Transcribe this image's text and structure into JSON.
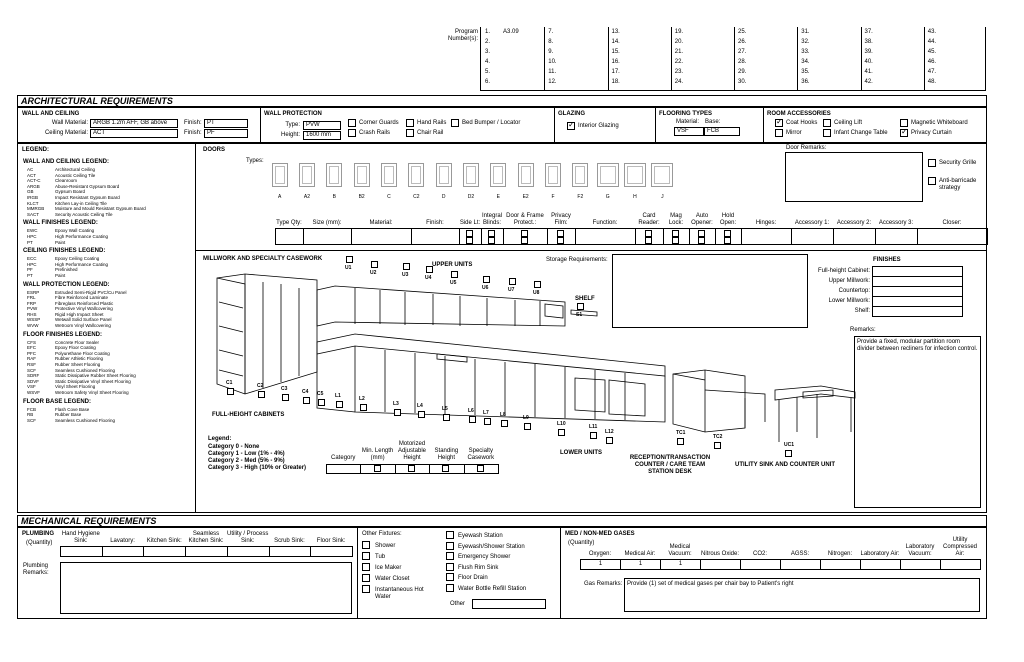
{
  "program": {
    "label": "Program Number(s):",
    "columns": [
      [
        "1.",
        "2.",
        "3.",
        "4.",
        "5.",
        "6."
      ],
      [
        "7.",
        "8.",
        "9.",
        "10.",
        "11.",
        "12."
      ],
      [
        "13.",
        "14.",
        "15.",
        "16.",
        "17.",
        "18."
      ],
      [
        "19.",
        "20.",
        "21.",
        "22.",
        "23.",
        "24."
      ],
      [
        "25.",
        "26.",
        "27.",
        "28.",
        "29.",
        "30."
      ],
      [
        "31.",
        "32.",
        "33.",
        "34.",
        "35.",
        "36."
      ],
      [
        "37.",
        "38.",
        "39.",
        "40.",
        "41.",
        "42."
      ],
      [
        "43.",
        "44.",
        "45.",
        "46.",
        "47.",
        "48."
      ]
    ],
    "first_value": "A3.09"
  },
  "arch": {
    "header": "ARCHITECTURAL REQUIREMENTS",
    "wall_ceiling": {
      "title": "WALL AND CEILING",
      "wall_label": "Wall Material:",
      "wall_value": "ARGB 1.2m AFF, GB above",
      "ceiling_label": "Ceiling Material:",
      "ceiling_value": "ACT",
      "finish_label": "Finish:",
      "wall_finish": "PT",
      "ceiling_finish": "PF"
    },
    "wall_protection": {
      "title": "WALL PROTECTION",
      "type_label": "Type:",
      "type_value": "PVW",
      "height_label": "Height:",
      "height_value": "1600 mm",
      "options": [
        "Corner Guards",
        "Crash Rails",
        "Hand Rails",
        "Chair Rail",
        "Bed Bumper / Locator"
      ]
    },
    "glazing": {
      "title": "GLAZING",
      "option": "Interior Glazing"
    },
    "flooring": {
      "title": "FLOORING TYPES",
      "material_label": "Material:",
      "base_label": "Base:",
      "material_value": "VSF",
      "base_value": "FCB"
    },
    "room_accessories": {
      "title": "ROOM ACCESSORIES",
      "options": [
        "Coat Hooks",
        "Mirror",
        "Ceiling Lift",
        "Infant Change Table",
        "Magnetic Whiteboard",
        "Privacy Curtain"
      ]
    }
  },
  "legend": {
    "title": "LEGEND:",
    "groups": [
      {
        "title": "WALL AND CEILING LEGEND:",
        "rows": [
          [
            "AC",
            "Architectural Ceiling"
          ],
          [
            "ACT",
            "Acoustic Ceiling Tile"
          ],
          [
            "ACT-C",
            "Cleanroom"
          ],
          [
            "ARGB",
            "Abuse-Resistant Gypsum Board"
          ],
          [
            "GB",
            "Gypsum Board"
          ],
          [
            "IRGB",
            "Impact Resistant Gypsum Board"
          ],
          [
            "KLCT",
            "Kitchen Lay-in Ceiling Tile"
          ],
          [
            "MMRGB",
            "Moisture and Mould Resistant Gypsum Board"
          ],
          [
            "SACT",
            "Security Acoustic Ceiling Tile"
          ]
        ]
      },
      {
        "title": "WALL FINISHES LEGEND:",
        "rows": [
          [
            "EWC",
            "Epoxy Wall Coating"
          ],
          [
            "HPC",
            "High Performance Coating"
          ],
          [
            "PT",
            "Paint"
          ]
        ]
      },
      {
        "title": "CEILING FINISHES LEGEND:",
        "rows": [
          [
            "ECC",
            "Epoxy Ceiling Coating"
          ],
          [
            "HPC",
            "High Performance Coating"
          ],
          [
            "PF",
            "Prefinished"
          ],
          [
            "PT",
            "Paint"
          ]
        ]
      },
      {
        "title": "WALL PROTECTION LEGEND:",
        "rows": [
          [
            "ESRP",
            "Extruded Semi-Rigid PVC/Cu Panel"
          ],
          [
            "FRL",
            "Fibre Reinforced Laminate"
          ],
          [
            "FRP",
            "Fibreglass Reinforced Plastic"
          ],
          [
            "PVW",
            "Protective Vinyl Wallcovering"
          ],
          [
            "RHS",
            "Rigid High Impact Sheet"
          ],
          [
            "WSSP",
            "Wetwall Solid Surface Panel"
          ],
          [
            "WVW",
            "Wetroom Vinyl Wallcovering"
          ]
        ]
      },
      {
        "title": "FLOOR FINISHES LEGEND:",
        "rows": [
          [
            "CFS",
            "Concrete Floor Sealer"
          ],
          [
            "EFC",
            "Epoxy Floor Coating"
          ],
          [
            "PFC",
            "Polyurethane Floor Coating"
          ],
          [
            "RAF",
            "Rubber Athletic Flooring"
          ],
          [
            "RSF",
            "Rubber Sheet Flooring"
          ],
          [
            "SCF",
            "Seamless Cushioned Flooring"
          ],
          [
            "SDRF",
            "Static Dissipative Rubber Sheet Flooring"
          ],
          [
            "SDVF",
            "Static Dissipative Vinyl Sheet Flooring"
          ],
          [
            "VSF",
            "Vinyl Sheet Flooring"
          ],
          [
            "WSVF",
            "Wetroom Safety Vinyl Sheet Flooring"
          ]
        ]
      },
      {
        "title": "FLOOR BASE LEGEND:",
        "rows": [
          [
            "FCB",
            "Flash Cove Base"
          ],
          [
            "RB",
            "Rubber Base"
          ],
          [
            "SCF",
            "Seamless Cushioned Flooring"
          ]
        ]
      }
    ]
  },
  "doors": {
    "title": "DOORS",
    "types_label": "Types:",
    "types": [
      "A",
      "A2",
      "B",
      "B2",
      "C",
      "C2",
      "D",
      "D2",
      "E",
      "E2",
      "F",
      "F2",
      "G",
      "H",
      "J"
    ],
    "remarks_label": "Door Remarks:",
    "options": [
      "Security Grille",
      "Anti-barricade strategy"
    ],
    "columns": [
      "Type Qty:",
      "Size (mm):",
      "Material:",
      "Finish:",
      "Side Lt:",
      "Integral Blinds:",
      "Door & Frame Protect.:",
      "Privacy Film:",
      "Function:",
      "Card Reader:",
      "Mag Lock:",
      "Auto Opener:",
      "Hold Open:",
      "Hinges:",
      "Accessory 1:",
      "Accessory 2:",
      "Accessory 3:",
      "Closer:"
    ]
  },
  "millwork": {
    "title": "MILLWORK AND SPECIALTY CASEWORK",
    "storage_label": "Storage Requirements:",
    "upper_units": "UPPER UNITS",
    "upper_codes": [
      "U1",
      "U2",
      "U3",
      "U4",
      "U5",
      "U6",
      "U7",
      "U8"
    ],
    "shelf": "SHELF",
    "shelf_code": "S1",
    "full_height_codes": [
      "C1",
      "C2",
      "C3",
      "C4",
      "C5"
    ],
    "full_height_label": "FULL-HEIGHT CABINETS",
    "lower_codes": [
      "L1",
      "L2",
      "L3",
      "L4",
      "L5",
      "L6",
      "L7",
      "L8",
      "L9",
      "L10",
      "L11",
      "L12"
    ],
    "lower_label": "LOWER UNITS",
    "tc_codes": [
      "TC1",
      "TC2"
    ],
    "reception_label": "RECEPTION/TRANSACTION COUNTER / CARE TEAM STATION DESK",
    "uc_code": "UC1",
    "sink_label": "UTILITY SINK AND COUNTER UNIT",
    "legend_title": "Legend:",
    "legend_rows": [
      "Category 0 - None",
      "Category 1 - Low (1% - 4%)",
      "Category 2 - Med (5% - 9%)",
      "Category 3 - High (10% or Greater)"
    ],
    "table_cols": [
      "Category",
      "Min. Length (mm)",
      "Motorized Adjustable Height",
      "Standing Height",
      "Specialty Casework"
    ]
  },
  "finishes": {
    "title": "FINISHES",
    "rows": [
      "Full-height Cabinet:",
      "Upper Millwork:",
      "Countertop:",
      "Lower Millwork:",
      "Shelf:"
    ],
    "remarks_label": "Remarks:",
    "remarks_text": "Provide a fixed, modular partition room divider between recliners for infection control."
  },
  "mech": {
    "header": "MECHANICAL REQUIREMENTS",
    "plumbing": "PLUMBING",
    "quantity": "(Quantity)",
    "plumbing_cols": [
      "Hand Hygiene Sink:",
      "Lavatory:",
      "Kitchen Sink:",
      "Seamless Kitchen Sink:",
      "Utility / Process Sink:",
      "Scrub Sink:",
      "Floor Sink:"
    ],
    "plumbing_remarks": "Plumbing Remarks:",
    "other_title": "Other Fixtures:",
    "other_left": [
      "Shower",
      "Tub",
      "Ice Maker",
      "Water Closet",
      "Instantaneous Hot Water"
    ],
    "other_right": [
      "Eyewash Station",
      "Eyewash/Shower Station",
      "Emergency Shower",
      "Flush Rim Sink",
      "Floor Drain",
      "Water Bottle Refill Station"
    ],
    "other_label": "Other",
    "gases_title": "MED / NON-MED GASES",
    "gas_cols": [
      "Oxygen:",
      "Medical Air:",
      "Medical Vacuum:",
      "Nitrous Oxide:",
      "CO2:",
      "AGSS:",
      "Nitrogen:",
      "Laboratory Air:",
      "Laboratory Vacuum:",
      "Utility Compressed Air:"
    ],
    "gas_values": [
      "1",
      "1",
      "1",
      "",
      "",
      "",
      "",
      "",
      "",
      ""
    ],
    "gas_remarks_label": "Gas Remarks:",
    "gas_remarks_text": "Provide (1) set of medical gases per chair bay to Patient's right"
  }
}
